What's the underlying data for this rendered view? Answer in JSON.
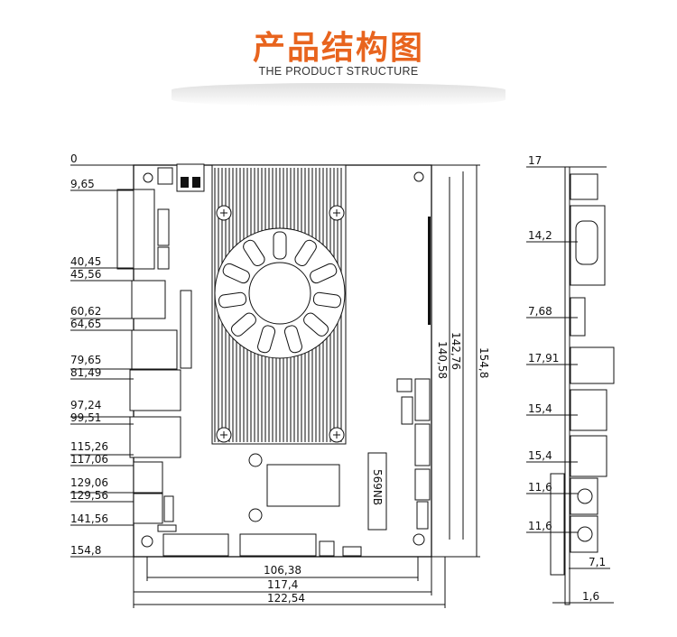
{
  "header": {
    "title": "产品结构图",
    "subtitle": "THE PRODUCT STRUCTURE"
  },
  "front_view": {
    "left_dims": [
      "0",
      "9,65",
      "40,45",
      "45,56",
      "60,62",
      "64,65",
      "79,65",
      "81,49",
      "97,24",
      "99,51",
      "115,26",
      "117,06",
      "129,06",
      "129,56",
      "141,56",
      "154,8"
    ],
    "right_dims": [
      "140,58",
      "142,76",
      "154,8"
    ],
    "bottom_dims": [
      "106,38",
      "117,4",
      "122,54"
    ],
    "chip_label": "569NB"
  },
  "side_view": {
    "dims": [
      "17",
      "14,2",
      "7,68",
      "17,91",
      "15,4",
      "15,4",
      "11,6",
      "11,6",
      "7,1",
      "1,6"
    ]
  }
}
